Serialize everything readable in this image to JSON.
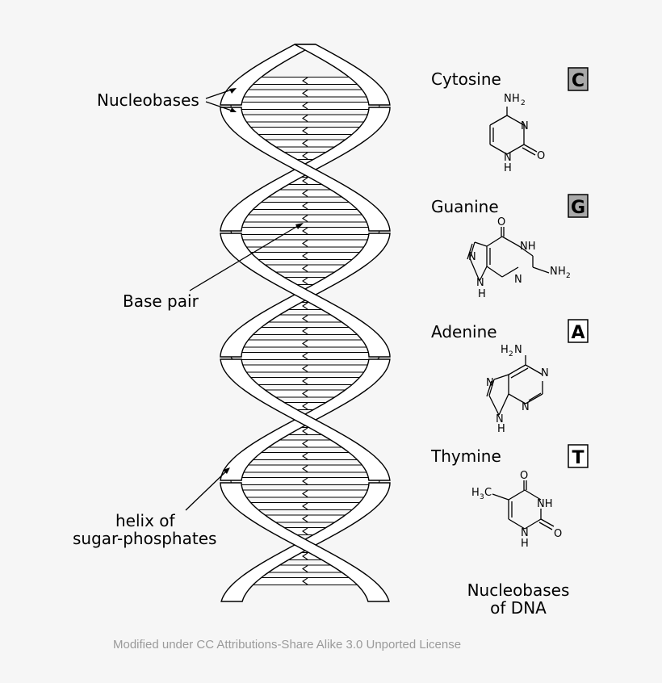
{
  "labels": {
    "nucleobases": "Nucleobases",
    "base_pair": "Base pair",
    "helix_line1": "helix of",
    "helix_line2": "sugar-phosphates",
    "caption_line1": "Nucleobases",
    "caption_line2": "of DNA",
    "license": "Modified under CC Attributions-Share Alike 3.0 Unported License"
  },
  "bases": [
    {
      "name": "Cytosine",
      "letter": "C",
      "badge_color": "#a9a9a9"
    },
    {
      "name": "Guanine",
      "letter": "G",
      "badge_color": "#a9a9a9"
    },
    {
      "name": "Adenine",
      "letter": "A",
      "badge_color": "#ffffff"
    },
    {
      "name": "Thymine",
      "letter": "T",
      "badge_color": "#ffffff"
    }
  ],
  "atoms": {
    "N": "N",
    "O": "O",
    "H": "H",
    "NH": "NH",
    "C": "C",
    "two": "2",
    "three": "3"
  }
}
